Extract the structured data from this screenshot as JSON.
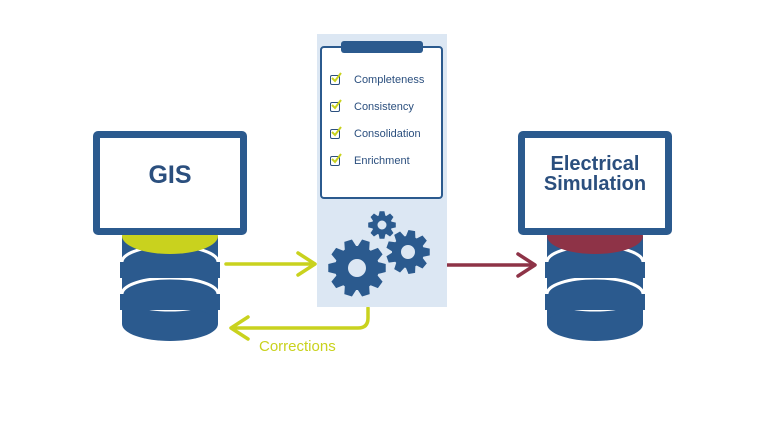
{
  "left_system": {
    "label": "GIS"
  },
  "right_system": {
    "label": "Electrical Simulation"
  },
  "checklist": [
    {
      "label": "Completeness"
    },
    {
      "label": "Consistency"
    },
    {
      "label": "Consolidation"
    },
    {
      "label": "Enrichment"
    }
  ],
  "feedback": {
    "label": "Corrections"
  },
  "icons": [
    "monitor-icon",
    "database-icon",
    "clipboard-icon",
    "checkbox-icon",
    "gears-icon",
    "arrow-right-icon",
    "arrow-left-icon"
  ],
  "colors": {
    "primary_blue": "#2b5a8e",
    "panel_bg": "#dce7f3",
    "lime": "#c9d21e",
    "maroon": "#8e3347"
  }
}
